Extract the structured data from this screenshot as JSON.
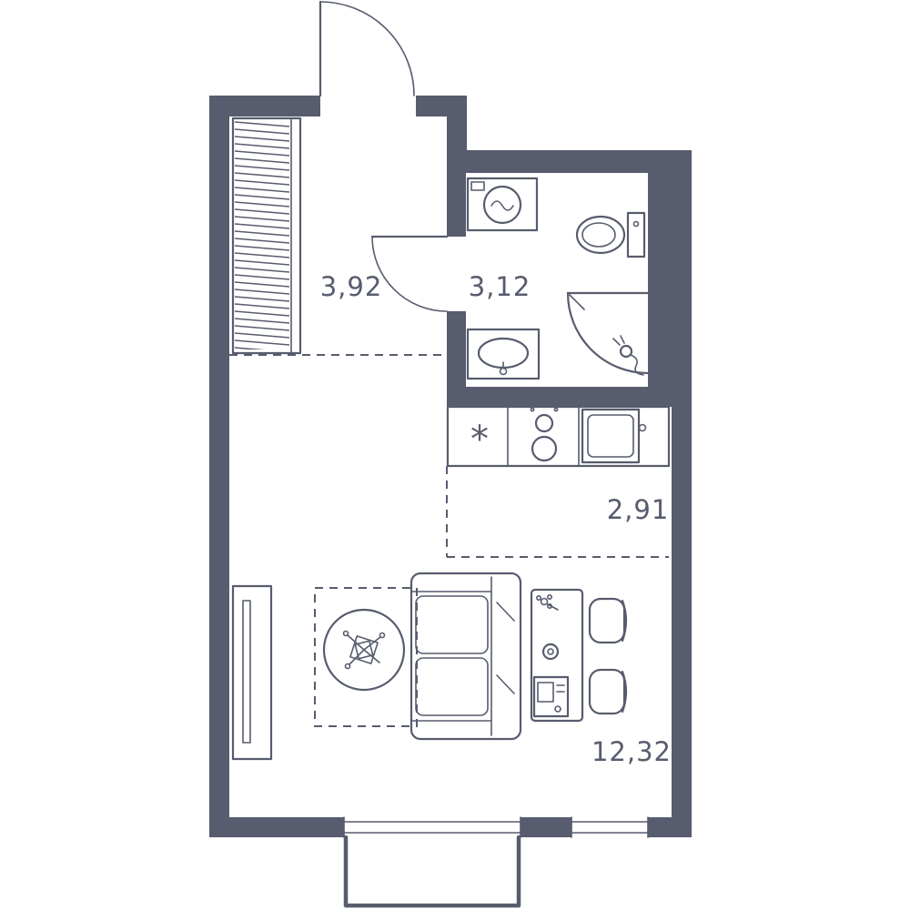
{
  "plan": {
    "colors": {
      "line": "#575c6e",
      "background": "#ffffff"
    },
    "rooms": [
      {
        "name": "hallway",
        "area": "3,92"
      },
      {
        "name": "bathroom",
        "area": "3,12"
      },
      {
        "name": "kitchen",
        "area": "2,91"
      },
      {
        "name": "living-room",
        "area": "12,32"
      }
    ],
    "icons": {
      "freezer_symbol": "*"
    }
  }
}
